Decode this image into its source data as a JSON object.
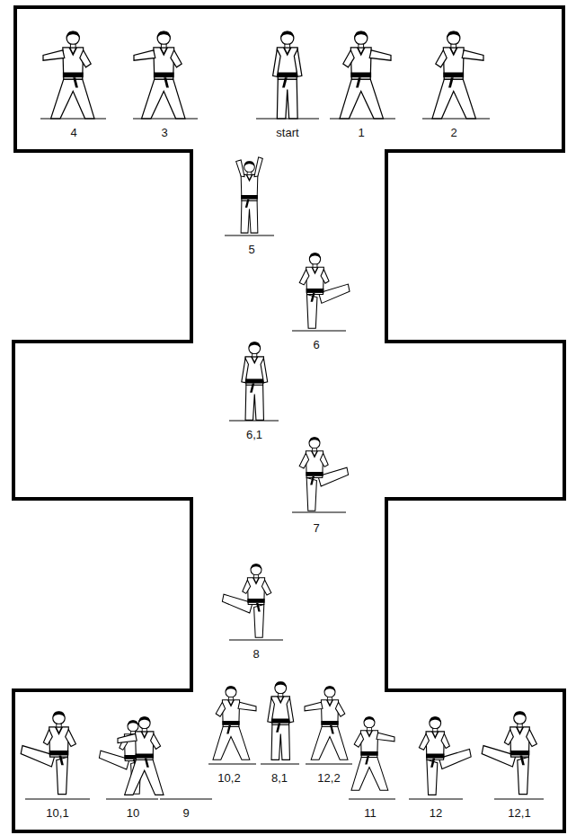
{
  "diagram": {
    "labels": [
      "4",
      "3",
      "start",
      "1",
      "2",
      "5",
      "6",
      "6,1",
      "7",
      "8",
      "10,1",
      "10",
      "9",
      "10,2",
      "8,1",
      "12,2",
      "11",
      "12",
      "12,1"
    ]
  }
}
